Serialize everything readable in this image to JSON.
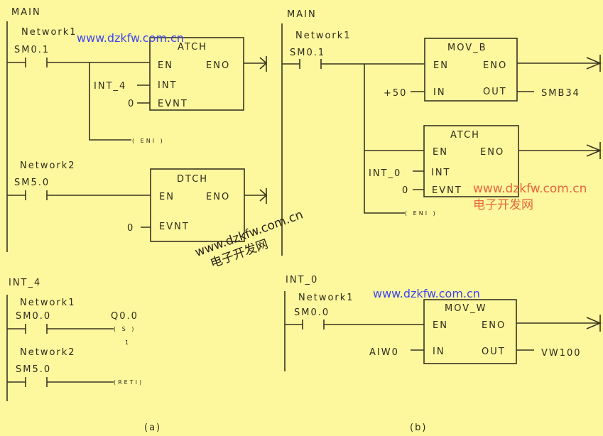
{
  "a": {
    "caption": "(a)",
    "main": {
      "title": "MAIN",
      "net1": {
        "label": "Network1",
        "contact": "SM0.1",
        "box": "ATCH",
        "en": "EN",
        "eno": "ENO",
        "int_pin": "INT",
        "evnt": "EVNT",
        "int_val": "INT_4",
        "evnt_val": "0",
        "coil": "( ENI )"
      },
      "net2": {
        "label": "Network2",
        "contact": "SM5.0",
        "box": "DTCH",
        "en": "EN",
        "eno": "ENO",
        "evnt": "EVNT",
        "evnt_val": "0"
      }
    },
    "int": {
      "title": "INT_4",
      "net1": {
        "label": "Network1",
        "contact": "SM0.0",
        "coil_addr": "Q0.0",
        "coil": "( S )",
        "count": "1"
      },
      "net2": {
        "label": "Network2",
        "contact": "SM5.0",
        "coil": "(RETI)"
      }
    }
  },
  "b": {
    "caption": "(b)",
    "main": {
      "title": "MAIN",
      "label": "Network1",
      "contact": "SM0.1",
      "movb": {
        "box": "MOV_B",
        "en": "EN",
        "eno": "ENO",
        "in": "IN",
        "out": "OUT",
        "in_val": "+50",
        "out_val": "SMB34"
      },
      "atch": {
        "box": "ATCH",
        "en": "EN",
        "eno": "ENO",
        "int_pin": "INT",
        "evnt": "EVNT",
        "int_val": "INT_0",
        "evnt_val": "0"
      },
      "coil": "( ENI )"
    },
    "int": {
      "title": "INT_0",
      "label": "Network1",
      "contact": "SM0.0",
      "movw": {
        "box": "MOV_W",
        "en": "EN",
        "eno": "ENO",
        "in": "IN",
        "out": "OUT",
        "in_val": "AIW0",
        "out_val": "VW100"
      }
    }
  },
  "watermarks": {
    "url": "www.dzkfw.com.cn",
    "cn": "电子开发网"
  },
  "colors": {
    "background": "#fdf79e",
    "line": "#3a3422",
    "wm_blue": "#3b45f0",
    "wm_red": "#e8663a"
  }
}
